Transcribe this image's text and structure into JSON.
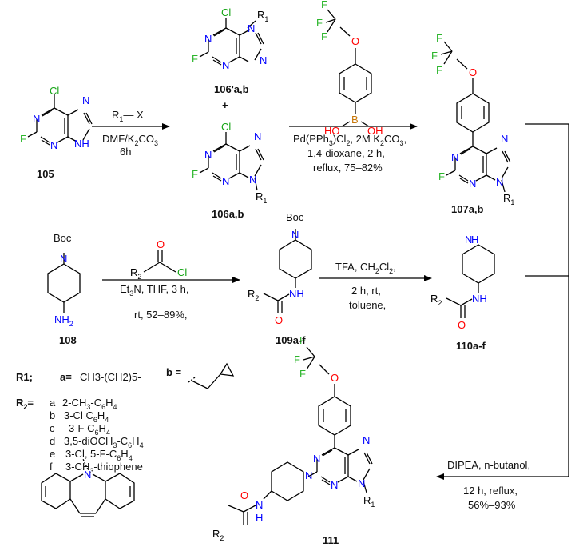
{
  "colors": {
    "text": "#111111",
    "bond": "#000000",
    "nitrogen": "#0000ff",
    "fluorine": "#2cb52c",
    "chlorine": "#16a516",
    "oxygen": "#ff0000",
    "boron": "#c8780a"
  },
  "compounds": {
    "c105": "105",
    "c106p": "106'a,b",
    "plus": "+",
    "c106": "106a,b",
    "c107": "107a,b",
    "c108": "108",
    "c109": "109a-f",
    "c110": "110a-f",
    "c111": "111"
  },
  "atoms": {
    "cl": "Cl",
    "n": "N",
    "nh": "NH",
    "f": "F",
    "o": "O",
    "b": "B",
    "oh": "OH",
    "ho": "HO",
    "h": "H",
    "nh2": "NH",
    "nh2_sub": "2",
    "boc": "Boc",
    "r": "R",
    "r1_sub": "1",
    "r2_sub": "2"
  },
  "step1": {
    "reagent_r": "R",
    "reagent_x": "X",
    "line1": "DMF/K",
    "line1_sub": "2",
    "line1_end": "CO",
    "line1_sub2": "3",
    "line2": "6h"
  },
  "step2": {
    "l1a": "Pd(PPh",
    "l1b": "3",
    "l1c": ")Cl",
    "l1d": "2",
    "l1e": ", 2M K",
    "l1f": "2",
    "l1g": "CO",
    "l1h": "3",
    "l1i": ",",
    "line2": "1,4-dioxane, 2 h,",
    "line3": "reflux, 75–82%"
  },
  "step3": {
    "line1": "Et",
    "line1_sub": "3",
    "line1_end": "N, THF, 3 h,",
    "line2": "rt, 52–89%,"
  },
  "step4": {
    "line1": "TFA, CH",
    "line1_sub": "2",
    "line1_mid": "Cl",
    "line1_sub2": "2",
    "line1_end": ",",
    "line2": "2 h, rt,",
    "line3": "toluene,"
  },
  "step5": {
    "line1": "DIPEA, n-butanol,",
    "line2": "12 h, reflux,",
    "line3": "56%–93%"
  },
  "legend": {
    "r1": "R1;",
    "a_label": "a=",
    "a_value": "CH3-(CH2)5-",
    "b_label": "b =",
    "r2_label": "R",
    "r2_sub": "2",
    "r2_eq": "=",
    "items": [
      {
        "letter": "a",
        "text": "2-CH",
        "sub": "3",
        "text2": "-C",
        "sub2": "6",
        "text3": "H",
        "sub3": "4"
      },
      {
        "letter": "b",
        "text": "3-Cl C",
        "sub": "6",
        "text2": "H",
        "sub2": "4",
        "text3": "",
        "sub3": ""
      },
      {
        "letter": "c",
        "text": "3-F C",
        "sub": "6",
        "text2": "H",
        "sub2": "4",
        "text3": "",
        "sub3": ""
      },
      {
        "letter": "d",
        "text": "3,5-diOCH",
        "sub": "3",
        "text2": "-C",
        "sub2": "6",
        "text3": "H",
        "sub3": "4"
      },
      {
        "letter": "e",
        "text": "3-Cl, 5-F-C",
        "sub": "6",
        "text2": "H",
        "sub2": "4",
        "text3": "",
        "sub3": ""
      },
      {
        "letter": "f",
        "text": "3-CH",
        "sub": "3",
        "text2": "-thiophene",
        "sub2": "",
        "text3": "",
        "sub3": ""
      }
    ],
    "dibenz_n": "N"
  }
}
